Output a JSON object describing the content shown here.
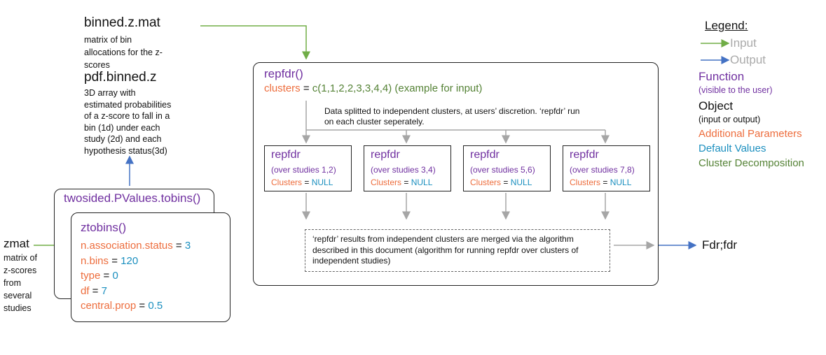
{
  "legend": {
    "title": "Legend:",
    "input": "Input",
    "output": "Output",
    "function": "Function",
    "function_note": "(visible to the user)",
    "object": "Object",
    "object_note": "(input or output)",
    "additional": "Additional Parameters",
    "defaults": "Default Values",
    "cluster": "Cluster Decomposition"
  },
  "outputs_top": {
    "name1": "binned.z.mat",
    "desc1": [
      "matrix of bin",
      "allocations for the z-",
      "scores"
    ],
    "name2": "pdf.binned.z",
    "desc2": [
      "3D array with",
      "estimated probabilities",
      "of a z-score to fall in a",
      "bin (1d) under each",
      "study (2d) and each",
      "hypothesis status(3d)"
    ]
  },
  "zmat": {
    "name": "zmat",
    "desc": [
      "matrix of",
      "z-scores",
      "from",
      "several",
      "studies"
    ]
  },
  "twosided": {
    "title": "twosided.PValues.tobins()"
  },
  "ztobins": {
    "title": "ztobins()",
    "params": [
      {
        "name": "n.association.status",
        "eq": " = ",
        "value": "3"
      },
      {
        "name": "n.bins",
        "eq": " = ",
        "value": "120"
      },
      {
        "name": "type",
        "eq": " = ",
        "value": "0"
      },
      {
        "name": "df",
        "eq": " = ",
        "value": "7"
      },
      {
        "name": "central.prop",
        "eq": " = ",
        "value": "0.5"
      }
    ]
  },
  "repfdr_main": {
    "title": "repfdr()",
    "clusters_name": "clusters",
    "clusters_eq": " = ",
    "clusters_value": "c(1,1,2,2,3,3,4,4) (example for input)",
    "split_note": [
      "Data splitted to independent clusters, at users’ discretion. ‘repfdr’ run",
      "on each cluster seperately."
    ],
    "sub": [
      {
        "title": "repfdr",
        "over": "(over studies 1,2)",
        "cl_name": "Clusters",
        "cl_eq": " = ",
        "cl_value": "NULL"
      },
      {
        "title": "repfdr",
        "over": "(over studies 3,4)",
        "cl_name": "Clusters",
        "cl_eq": " = ",
        "cl_value": "NULL"
      },
      {
        "title": "repfdr",
        "over": "(over studies 5,6)",
        "cl_name": "Clusters",
        "cl_eq": " = ",
        "cl_value": "NULL"
      },
      {
        "title": "repfdr",
        "over": "(over studies 7,8)",
        "cl_name": "Clusters",
        "cl_eq": " = ",
        "cl_value": "NULL"
      }
    ],
    "merge_note": [
      "‘repfdr’ results from independent clusters are merged via the algorithm",
      "described in this document (algorithm for running repfdr over clusters of",
      "independent studies)"
    ]
  },
  "final_output": "Fdr;fdr",
  "colors": {
    "function": "#7030a0",
    "additional": "#ed6d3d",
    "default": "#1b8fbf",
    "cluster": "#548235",
    "input_arrow": "#70ad47",
    "output_arrow": "#4472c4",
    "gray_arrow": "#a6a6a6"
  }
}
